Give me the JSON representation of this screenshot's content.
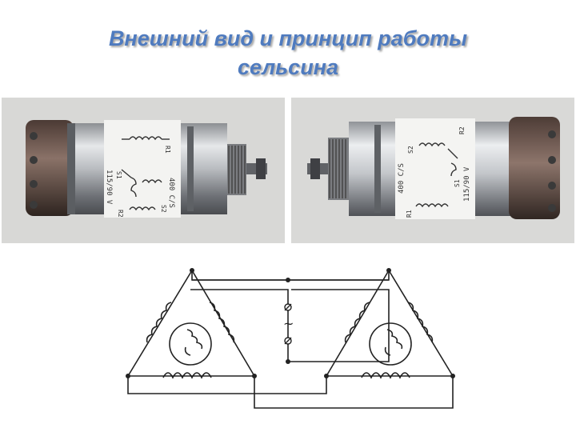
{
  "slide": {
    "title_line1": "Внешний вид и принцип работы",
    "title_line2": "сельсина"
  },
  "photos": [
    {
      "label_top": "R1",
      "label_freq": "400 C/S",
      "label_s2": "S2",
      "label_s1": "S1",
      "label_volt": "115/90 V",
      "label_r2": "R2"
    },
    {
      "label_top": "R1",
      "label_freq": "400 C/S",
      "label_s2": "S2",
      "label_s1": "S1",
      "label_volt": "115/90 V",
      "label_r2": "R2"
    }
  ],
  "schematic": {
    "ac_symbol": "~"
  },
  "colors": {
    "title": "#4f7bbf",
    "photo_bg": "#d9d9d7",
    "line": "#222222"
  }
}
